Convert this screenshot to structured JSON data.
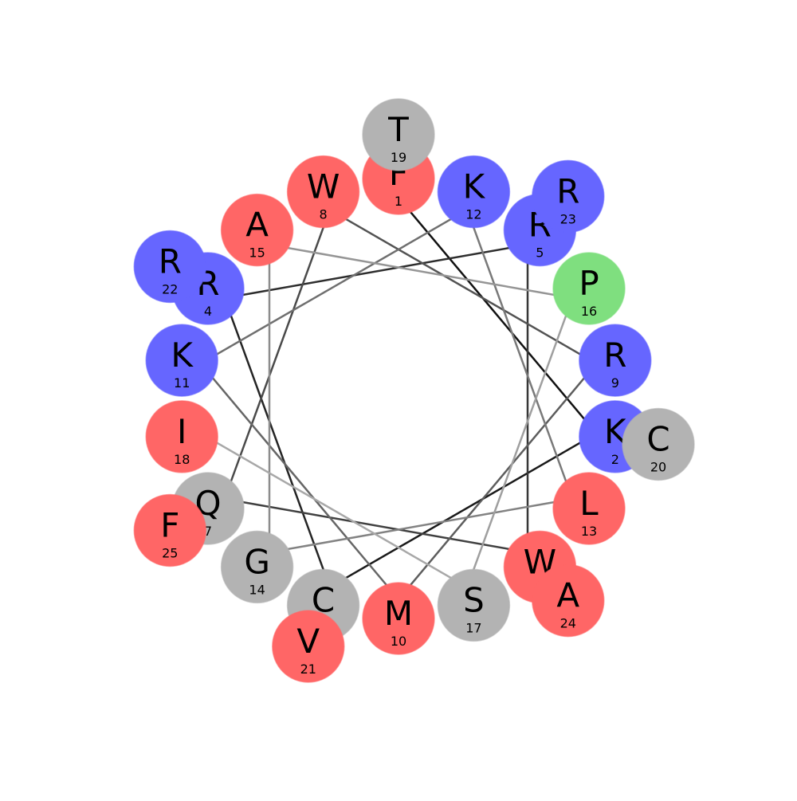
{
  "colors": {
    "hydrophobic": "#FF6666",
    "positive": "#6666FF",
    "neutral": "#B3B3B3",
    "proline": "#7FDF7F",
    "link_dark": "#111111",
    "link_light": "#A8A8A8"
  },
  "residues": [
    {
      "index": "1",
      "letter": "F",
      "class": "hydrophobic"
    },
    {
      "index": "2",
      "letter": "K",
      "class": "positive"
    },
    {
      "index": "3",
      "letter": "C",
      "class": "neutral"
    },
    {
      "index": "4",
      "letter": "R",
      "class": "positive"
    },
    {
      "index": "5",
      "letter": "R",
      "class": "positive"
    },
    {
      "index": "6",
      "letter": "W",
      "class": "hydrophobic"
    },
    {
      "index": "7",
      "letter": "Q",
      "class": "neutral"
    },
    {
      "index": "8",
      "letter": "W",
      "class": "hydrophobic"
    },
    {
      "index": "9",
      "letter": "R",
      "class": "positive"
    },
    {
      "index": "10",
      "letter": "M",
      "class": "hydrophobic"
    },
    {
      "index": "11",
      "letter": "K",
      "class": "positive"
    },
    {
      "index": "12",
      "letter": "K",
      "class": "positive"
    },
    {
      "index": "13",
      "letter": "L",
      "class": "hydrophobic"
    },
    {
      "index": "14",
      "letter": "G",
      "class": "neutral"
    },
    {
      "index": "15",
      "letter": "A",
      "class": "hydrophobic"
    },
    {
      "index": "16",
      "letter": "P",
      "class": "proline"
    },
    {
      "index": "17",
      "letter": "S",
      "class": "neutral"
    },
    {
      "index": "18",
      "letter": "I",
      "class": "hydrophobic"
    },
    {
      "index": "19",
      "letter": "T",
      "class": "neutral"
    },
    {
      "index": "20",
      "letter": "C",
      "class": "neutral"
    },
    {
      "index": "21",
      "letter": "V",
      "class": "hydrophobic"
    },
    {
      "index": "22",
      "letter": "R",
      "class": "positive"
    },
    {
      "index": "23",
      "letter": "R",
      "class": "positive"
    },
    {
      "index": "24",
      "letter": "A",
      "class": "hydrophobic"
    },
    {
      "index": "25",
      "letter": "F",
      "class": "hydrophobic"
    }
  ]
}
